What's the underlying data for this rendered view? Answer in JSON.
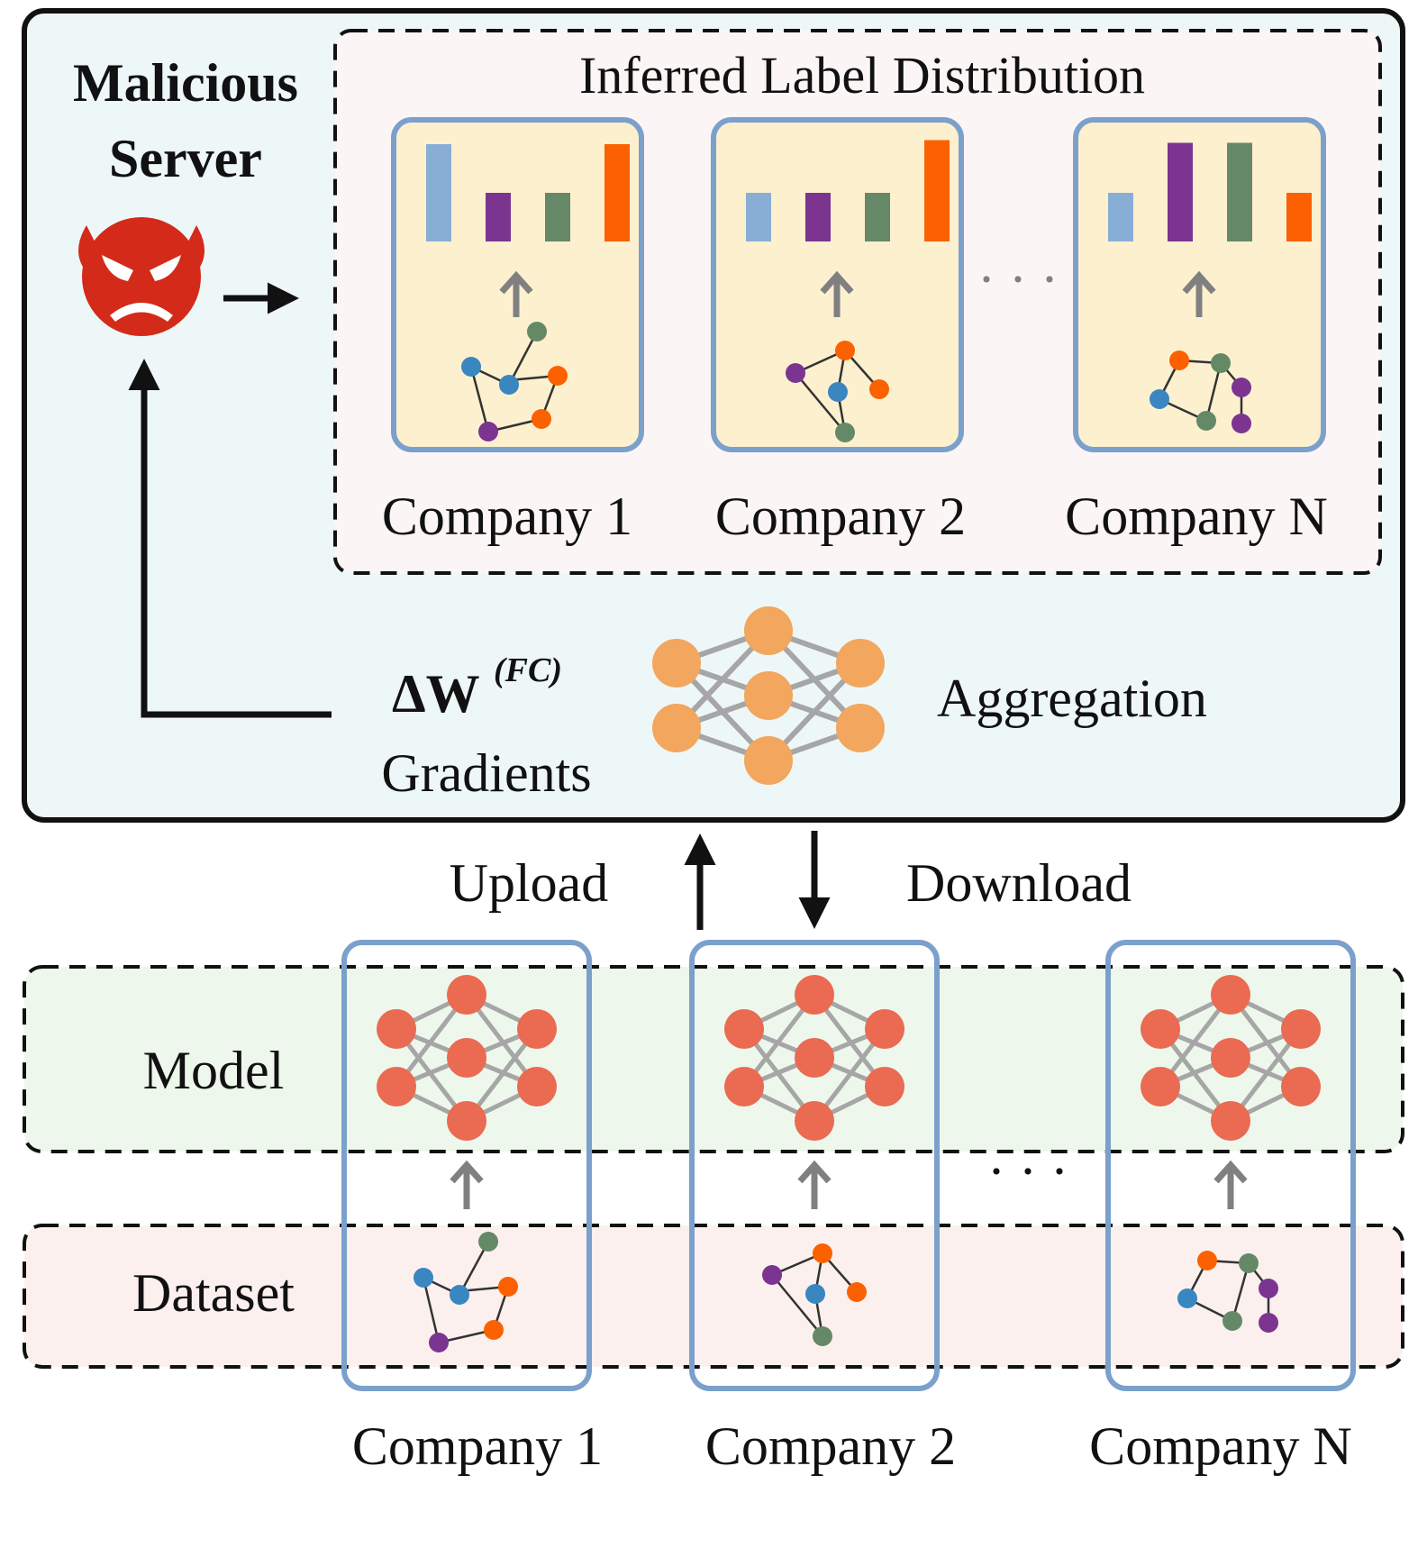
{
  "server": {
    "title_line1": "Malicious",
    "title_line2": "Server",
    "icon": "devil-face-icon",
    "inferred_title": "Inferred Label Distribution",
    "companies": [
      {
        "label": "Company 1",
        "bars": [
          0.72,
          0.36,
          0.36,
          0.72
        ]
      },
      {
        "label": "Company 2",
        "bars": [
          0.36,
          0.36,
          0.36,
          0.75
        ]
      },
      {
        "label": "Company N",
        "bars": [
          0.36,
          0.73,
          0.73,
          0.36
        ]
      }
    ],
    "ellipsis": "· · ·",
    "gradient_symbol": "ΔW",
    "gradient_superscript": "(FC)",
    "gradient_label": "Gradients",
    "aggregation_label": "Aggregation"
  },
  "flow": {
    "upload_label": "Upload",
    "download_label": "Download"
  },
  "clients": {
    "model_label": "Model",
    "dataset_label": "Dataset",
    "ellipsis": "· · ·",
    "companies": [
      "Company 1",
      "Company 2",
      "Company N"
    ]
  },
  "colors": {
    "server_bg": "#eef7f7",
    "inferred_bg": "#fbf6f5",
    "panel_bg": "#fdf0cf",
    "panel_border": "#7ba0cc",
    "model_band_bg": "#eef7ec",
    "dataset_band_bg": "#fbf0ee",
    "bar_colors": [
      "#88aed6",
      "#7b3590",
      "#658966",
      "#fb6100"
    ],
    "server_nn_node": "#f2a65e",
    "client_nn_node": "#ea6a52",
    "nn_edge": "#a6a6a6",
    "devil": "#d42a1a"
  }
}
